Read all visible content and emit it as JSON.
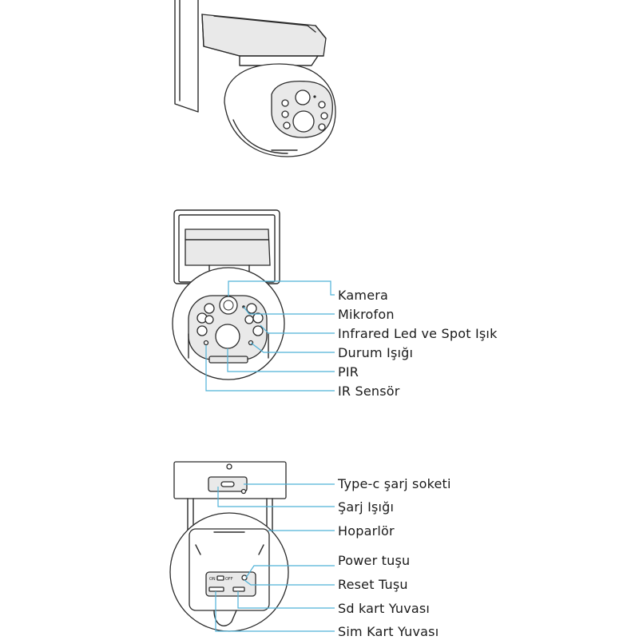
{
  "front_view": {
    "labels": [
      "Kamera",
      "Mikrofon",
      "Infrared Led ve Spot Işık",
      "Durum Işığı",
      "PIR",
      "IR Sensör"
    ]
  },
  "back_view": {
    "labels": [
      "Type-c şarj soketi",
      "Şarj Işığı",
      "Hoparlör",
      "Power tuşu",
      "Reset Tuşu",
      "Sd kart Yuvası",
      "Sim Kart Yuvası"
    ],
    "switch_on": "ON",
    "switch_off": "OFF"
  },
  "colors": {
    "callout_line": "#4fb2d8",
    "outline": "#2b2b2b",
    "text": "#1a1a1a"
  }
}
